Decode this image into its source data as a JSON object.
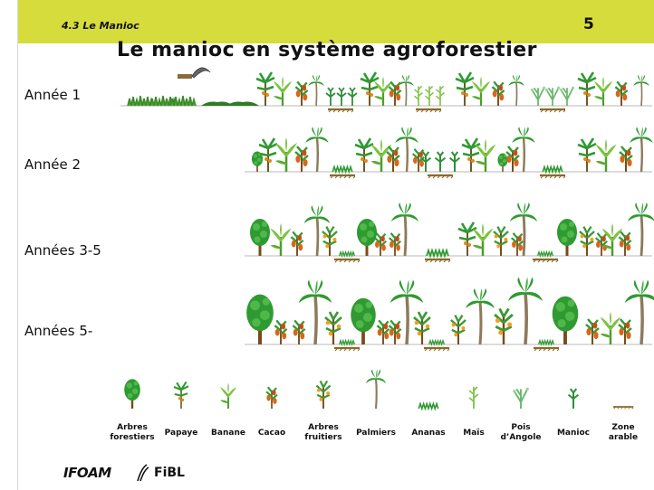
{
  "header": {
    "section": "4.3 Le Manioc",
    "page_number": "5",
    "accent_color": "#d6dc3b"
  },
  "title": "Le manioc en système agroforestier",
  "rows": [
    {
      "label": "Année 1"
    },
    {
      "label": "Année 2"
    },
    {
      "label": "Années 3-5"
    },
    {
      "label": "Années 5-"
    }
  ],
  "legend": [
    {
      "label": "Arbres forestiers",
      "icon": "forest-tree-icon"
    },
    {
      "label": "Papaye",
      "icon": "papaya-icon"
    },
    {
      "label": "Banane",
      "icon": "banana-icon"
    },
    {
      "label": "Cacao",
      "icon": "cocoa-icon"
    },
    {
      "label": "Arbres fruitiers",
      "icon": "fruit-tree-icon"
    },
    {
      "label": "Palmiers",
      "icon": "palm-icon"
    },
    {
      "label": "Ananas",
      "icon": "pineapple-icon"
    },
    {
      "label": "Maïs",
      "icon": "maize-icon"
    },
    {
      "label": "Pois d’Angole",
      "icon": "pigeon-pea-icon"
    },
    {
      "label": "Manioc",
      "icon": "cassava-icon"
    },
    {
      "label": "Zone arable",
      "icon": "arable-zone-icon"
    }
  ],
  "logos": {
    "ifoam": "IFOAM",
    "fibl": "FiBL"
  }
}
